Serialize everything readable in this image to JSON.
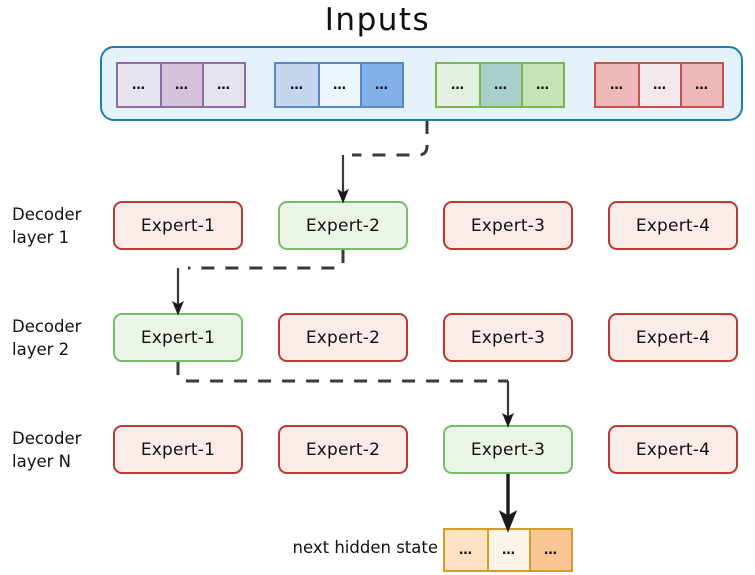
{
  "title": "Inputs",
  "inputs": {
    "container_border_color": "#1f7bb6",
    "container_fill_color": "#e3f2fb",
    "groups": [
      {
        "name": "token-group-purple",
        "border_color": "#8e6aa8",
        "cells": [
          {
            "text": "…",
            "fill": "#e6e2ee"
          },
          {
            "text": "…",
            "fill": "#d5c2dd"
          },
          {
            "text": "…",
            "fill": "#e6e2ee"
          }
        ]
      },
      {
        "name": "token-group-blue",
        "border_color": "#5b87c4",
        "cells": [
          {
            "text": "…",
            "fill": "#c4d7ef"
          },
          {
            "text": "…",
            "fill": "#eef4fb"
          },
          {
            "text": "…",
            "fill": "#82b0e8"
          }
        ]
      },
      {
        "name": "token-group-green",
        "border_color": "#79b44c",
        "cells": [
          {
            "text": "…",
            "fill": "#e2efe2"
          },
          {
            "text": "…",
            "fill": "#a9cfcb"
          },
          {
            "text": "…",
            "fill": "#c4e3b6"
          }
        ]
      },
      {
        "name": "token-group-red",
        "border_color": "#c2534c",
        "cells": [
          {
            "text": "…",
            "fill": "#efb8b8"
          },
          {
            "text": "…",
            "fill": "#f0e8ec"
          },
          {
            "text": "…",
            "fill": "#efb8b8"
          }
        ]
      }
    ]
  },
  "layers": [
    {
      "label_line1": "Decoder",
      "label_line2": "layer 1",
      "experts": [
        {
          "label": "Expert-1",
          "active": false
        },
        {
          "label": "Expert-2",
          "active": true
        },
        {
          "label": "Expert-3",
          "active": false
        },
        {
          "label": "Expert-4",
          "active": false
        }
      ]
    },
    {
      "label_line1": "Decoder",
      "label_line2": "layer 2",
      "experts": [
        {
          "label": "Expert-1",
          "active": true
        },
        {
          "label": "Expert-2",
          "active": false
        },
        {
          "label": "Expert-3",
          "active": false
        },
        {
          "label": "Expert-4",
          "active": false
        }
      ]
    },
    {
      "label_line1": "Decoder",
      "label_line2": "layer N",
      "experts": [
        {
          "label": "Expert-1",
          "active": false
        },
        {
          "label": "Expert-2",
          "active": false
        },
        {
          "label": "Expert-3",
          "active": true
        },
        {
          "label": "Expert-4",
          "active": false
        }
      ]
    }
  ],
  "output": {
    "label": "next hidden state",
    "border_color": "#d79b28",
    "cells": [
      {
        "text": "…",
        "fill": "#fde2c4"
      },
      {
        "text": "…",
        "fill": "#fdf4e9"
      },
      {
        "text": "…",
        "fill": "#f9c693"
      }
    ]
  },
  "colors": {
    "expert_inactive_border": "#b83a32",
    "expert_inactive_fill": "#fbecea",
    "expert_active_border": "#78bb6a",
    "expert_active_fill": "#eaf5e7",
    "connector": "#3a3a3a",
    "arrow": "#1a1a1a"
  }
}
